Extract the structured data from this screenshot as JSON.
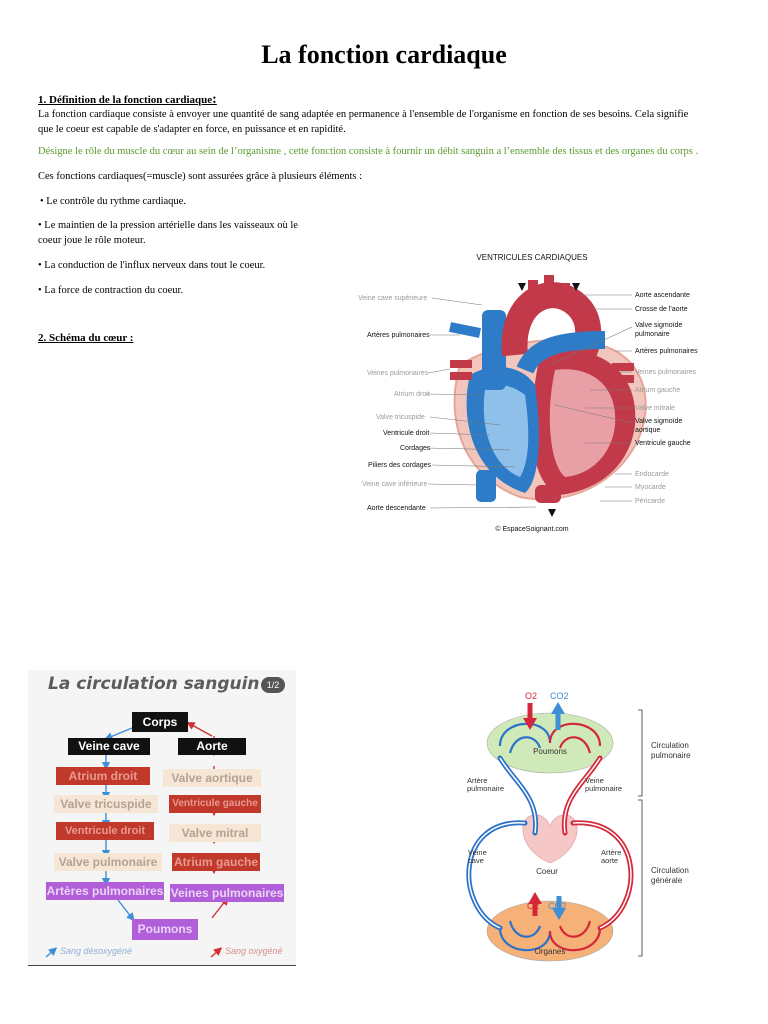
{
  "title": "La fonction cardiaque",
  "section1": {
    "heading": "1. Définition de la fonction cardiaque",
    "heading_colon": ":",
    "para_line1": "La fonction cardiaque consiste à envoyer une quantité de sang adaptée en permanence à l'ensemble de l'organisme en fonction de ses besoins. Cela signifie",
    "para_line2": "que le coeur est capable de s'adapter en force, en puissance et en rapidité.",
    "green_line": "Désigne le rôle du muscle du cœur au sein de l’organisme , cette fonction consiste à fournir un débit sanguin a l’ensemble des tissus et des organes du corps .",
    "intro": "Ces fonctions cardiaques(=muscle) sont assurées grâce à plusieurs éléments :",
    "bullets": [
      "• Le contrôle du rythme cardiaque.",
      "• Le maintien de la pression artérielle dans les vaisseaux où le",
      "coeur joue le rôle moteur.",
      "• La conduction de l'influx nerveux dans tout le coeur.",
      "•  La force de contraction du coeur."
    ]
  },
  "section2": {
    "heading": "2. Schéma du cœur :"
  },
  "heart_diagram": {
    "title": "VENTRICULES CARDIAQUES",
    "left_labels": [
      "Veine cave supérieure",
      "Artères pulmonaires",
      "Veines pulmonaires",
      "Atrium droit",
      "Valve tricuspide",
      "Ventricule droit",
      "Cordages",
      "Piliers des cordages",
      "Veine cave inférieure",
      "Aorte descendante"
    ],
    "right_labels": [
      "Aorte ascendante",
      "Crosse de l'aorte",
      "Valve sigmoïde",
      "pulmonaire",
      "Artères pulmonaires",
      "Veines pulmonaires",
      "Atrium gauche",
      "Valve mitrale",
      "Valve sigmoïde",
      "aortique",
      "Ventricule gauche",
      "Endocarde",
      "Myocarde",
      "Péricarde"
    ],
    "credit": "© EspaceSoignant.com"
  },
  "circulation": {
    "title": "La circulation sanguin",
    "page_badge": "1/2",
    "boxes": {
      "corps": "Corps",
      "veine_cave": "Veine cave",
      "aorte": "Aorte",
      "atrium_droit": "Atrium droit",
      "valve_aortique": "Valve aortique",
      "valve_tricuspide": "Valve tricuspide",
      "ventricule_gauche": "Ventricule gauche",
      "ventricule_droit": "Ventricule droit",
      "valve_mitral": "Valve mitral",
      "valve_pulmonaire": "Valve pulmonaire",
      "atrium_gauche": "Atrium gauche",
      "arteres_pulmonaires": "Artères pulmonaires",
      "veines_pulmonaires": "Veines pulmonaires",
      "poumons": "Poumons"
    },
    "legend_blue": "Sang désoxygéné",
    "legend_red": "Sang oxygéné"
  },
  "circuit": {
    "o2_top": "O2",
    "co2_top": "CO2",
    "poumons": "Poumons",
    "artere_pulmonaire": [
      "Artère",
      "pulmonaire"
    ],
    "veine_pulmonaire": [
      "Veine",
      "pulmonaire"
    ],
    "veine_cave": [
      "Veine",
      "cave"
    ],
    "artere_aorte": [
      "Artère",
      "aorte"
    ],
    "coeur": "Coeur",
    "o2_bottom": "O2",
    "co2_bottom": "CO2",
    "organes": "Organes",
    "circ_pulmonaire": [
      "Circulation",
      "pulmonaire"
    ],
    "circ_generale": [
      "Circulation",
      "générale"
    ]
  },
  "colors": {
    "blue": "#2d7fd3",
    "red": "#c8283a",
    "dark_red": "#c0392b",
    "beige": "#f6e6d6",
    "purple": "#b15fd8",
    "green": "#5a9a2e"
  }
}
